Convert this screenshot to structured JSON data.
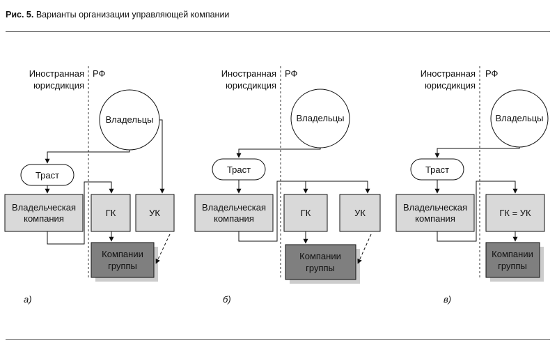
{
  "caption": {
    "prefix": "Рис. 5.",
    "text": "Варианты организации управляющей компании"
  },
  "labels": {
    "foreign": [
      "Иностранная",
      "юрисдикция"
    ],
    "rf": "РФ",
    "owners": "Владельцы",
    "trust": "Траст",
    "owner_company": [
      "Владельческая",
      "компания"
    ],
    "gk": "ГК",
    "uk": "УК",
    "gk_uk": "ГК = УК",
    "group_companies": [
      "Компании",
      "группы"
    ]
  },
  "panels": [
    {
      "id": "a",
      "sublabel": "а)",
      "variant": "separate-uk-foreign-link"
    },
    {
      "id": "b",
      "sublabel": "б)",
      "variant": "separate-uk-rf"
    },
    {
      "id": "c",
      "sublabel": "в)",
      "variant": "merged-gk-uk"
    }
  ]
}
